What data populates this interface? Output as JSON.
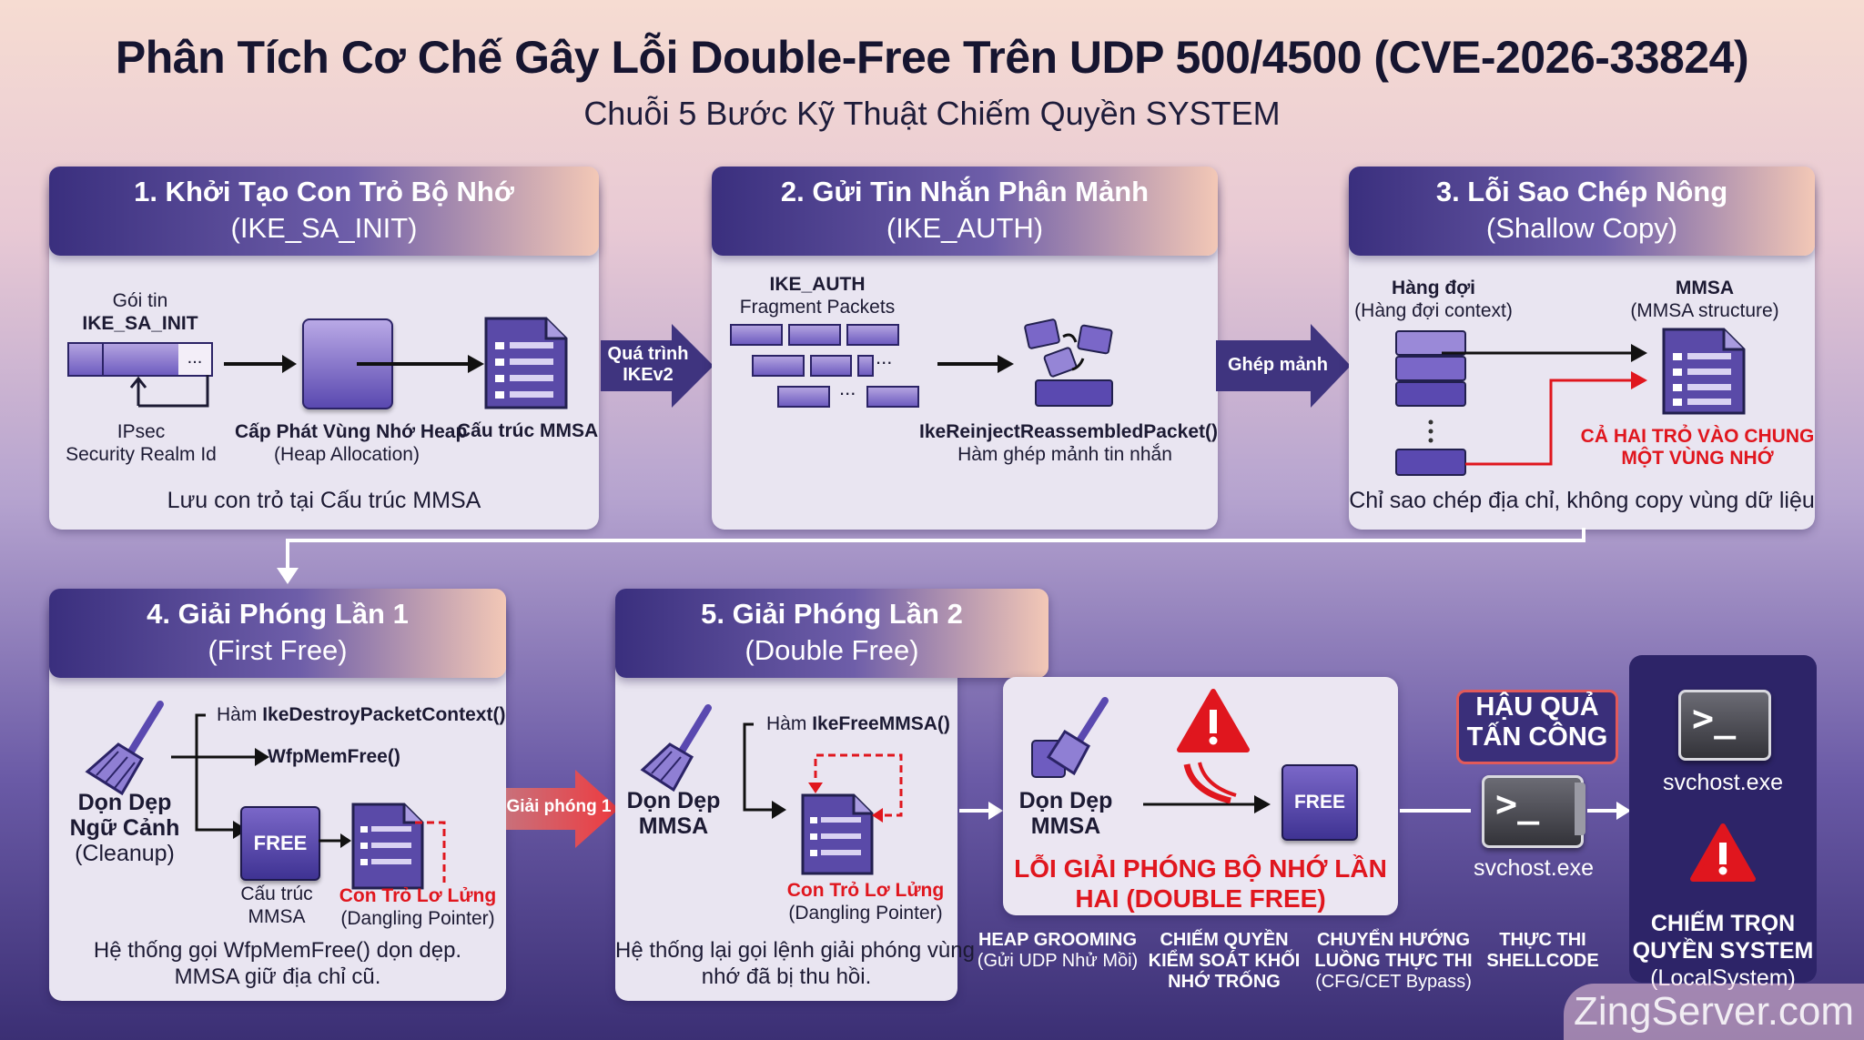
{
  "title": "Phân Tích Cơ Chế Gây Lỗi Double-Free Trên UDP 500/4500 (CVE-2026-33824)",
  "subtitle": "Chuỗi 5 Bước Kỹ Thuật Chiếm Quyền SYSTEM",
  "step1": {
    "title": "1. Khởi Tạo Con Trỏ Bộ Nhớ",
    "subtitle": "(IKE_SA_INIT)",
    "packet_label_1": "Gói tin",
    "packet_label_2": "IKE_SA_INIT",
    "packet_more": "...",
    "ipsec_1": "IPsec",
    "ipsec_2": "Security Realm Id",
    "heap_1": "Cấp Phát Vùng Nhớ Heap",
    "heap_2": "(Heap Allocation)",
    "mmsa": "Cấu trúc MMSA",
    "caption": "Lưu con trỏ tại Cấu trúc MMSA"
  },
  "arrow1": {
    "line1": "Quá trình",
    "line2": "IKEv2"
  },
  "step2": {
    "title": "2. Gửi Tin Nhắn Phân Mảnh",
    "subtitle": "(IKE_AUTH)",
    "frag_1": "IKE_AUTH",
    "frag_2": "Fragment Packets",
    "dots": "...",
    "func": "IkeReinjectReassembledPacket()",
    "func_desc": "Hàm ghép mảnh tin nhắn"
  },
  "arrow2": {
    "label": "Ghép mảnh"
  },
  "step3": {
    "title": "3. Lỗi Sao Chép Nông",
    "subtitle": "(Shallow Copy)",
    "queue_1": "Hàng đợi",
    "queue_2": "(Hàng đợi context)",
    "mmsa_1": "MMSA",
    "mmsa_2": "(MMSA structure)",
    "warn_1": "CẢ HAI TRỎ VÀO CHUNG",
    "warn_2": "MỘT VÙNG NHỚ",
    "caption": "Chỉ sao chép địa chỉ, không copy vùng dữ liệu"
  },
  "step4": {
    "title": "4. Giải Phóng Lần 1",
    "subtitle": "(First Free)",
    "clean_1": "Dọn Dẹp",
    "clean_2": "Ngữ Cảnh",
    "clean_3": "(Cleanup)",
    "func_prefix": "Hàm ",
    "func": "IkeDestroyPacketContext()",
    "free_func": "WfpMemFree()",
    "free": "FREE",
    "struct_1": "Cấu trúc",
    "struct_2": "MMSA",
    "dangling_1": "Con Trỏ Lơ Lửng",
    "dangling_2": "(Dangling Pointer)",
    "caption_1": "Hệ thống gọi WfpMemFree() dọn dẹp.",
    "caption_2": "MMSA giữ địa chỉ cũ."
  },
  "arrow3": {
    "label": "Giải phóng 1"
  },
  "step5": {
    "title": "5. Giải Phóng Lần 2",
    "subtitle": "(Double Free)",
    "clean_1": "Dọn Dẹp",
    "clean_2": "MMSA",
    "func_prefix": "Hàm ",
    "func": "IkeFreeMMSA()",
    "dangling_1": "Con Trỏ Lơ Lửng",
    "dangling_2": "(Dangling Pointer)",
    "caption_1": "Hệ thống lại gọi lệnh giải phóng vùng",
    "caption_2": "nhớ đã bị thu hồi."
  },
  "double_free": {
    "clean_1": "Dọn Dẹp",
    "clean_2": "MMSA",
    "free": "FREE",
    "error_1": "LỖI GIẢI PHÓNG BỘ NHỚ LẦN",
    "error_2": "HAI (DOUBLE FREE)"
  },
  "consequence": {
    "line1": "HẬU QUẢ",
    "line2": "TẤN CÔNG"
  },
  "terminal_prompt": ">_",
  "svchost_1": "svchost.exe",
  "svchost_2": "svchost.exe",
  "steps": [
    {
      "line1": "HEAP GROOMING",
      "line2": "(Gửi UDP Nhử Mồi)",
      "line3": ""
    },
    {
      "line1": "CHIẾM QUYỀN",
      "line2": "KIỂM SOÁT KHỐI",
      "line3": "NHỚ TRỐNG"
    },
    {
      "line1": "CHUYỂN HƯỚNG",
      "line2": "LUỒNG THỰC THI",
      "line3": "(CFG/CET Bypass)"
    },
    {
      "line1": "THỰC THI",
      "line2": "SHELLCODE",
      "line3": ""
    }
  ],
  "final": {
    "line1": "CHIẾM TRỌN",
    "line2": "QUYỀN SYSTEM",
    "line3": "(LocalSystem)"
  },
  "watermark": "ZingServer.com",
  "colors": {
    "accent_red": "#e0161e",
    "panel": "#e9e5f1",
    "header_dark": "#3a2f7e"
  }
}
